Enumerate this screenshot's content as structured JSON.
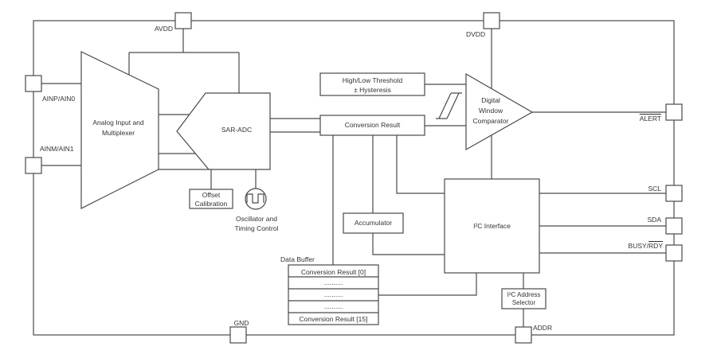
{
  "diagram": {
    "title_semantic": "SAR-ADC with I2C interface functional block diagram",
    "line_color": "#4a4a4a",
    "text_color": "#333333",
    "background_color": "#ffffff"
  },
  "pins": {
    "avdd": "AVDD",
    "dvdd": "DVDD",
    "ainp": "AINP/AIN0",
    "ainm": "AINM/AIN1",
    "alert": "ALERT",
    "scl": "SCL",
    "sda": "SDA",
    "busy_prefix": "BUSY/",
    "rdy": "RDY",
    "gnd": "GND",
    "addr": "ADDR"
  },
  "blocks": {
    "mux": {
      "line1": "Analog Input and",
      "line2": "Multiplexer"
    },
    "sar_adc": {
      "label": "SAR-ADC"
    },
    "offset_cal": {
      "line1": "Offset",
      "line2": "Calibration"
    },
    "oscillator": {
      "line1": "Oscillator and",
      "line2": "Timing Control"
    },
    "threshold": {
      "line1": "High/Low Threshold",
      "line2": "± Hysteresis"
    },
    "conversion_result": {
      "label": "Conversion Result"
    },
    "comparator": {
      "line1": "Digital",
      "line2": "Window",
      "line3": "Comparator"
    },
    "accumulator": {
      "label": "Accumulator"
    },
    "i2c_interface": {
      "label": "I²C Interface"
    },
    "i2c_address_selector": {
      "line1": "I²C Address",
      "line2": "Selector"
    },
    "data_buffer": {
      "title": "Data Buffer",
      "rows": [
        "Conversion Result [0]",
        "..........",
        "..........",
        "..........",
        "Conversion Result [15]"
      ]
    }
  },
  "icons": {
    "oscillator_icon": "square-wave",
    "hysteresis_icon": "schmitt-hysteresis"
  }
}
